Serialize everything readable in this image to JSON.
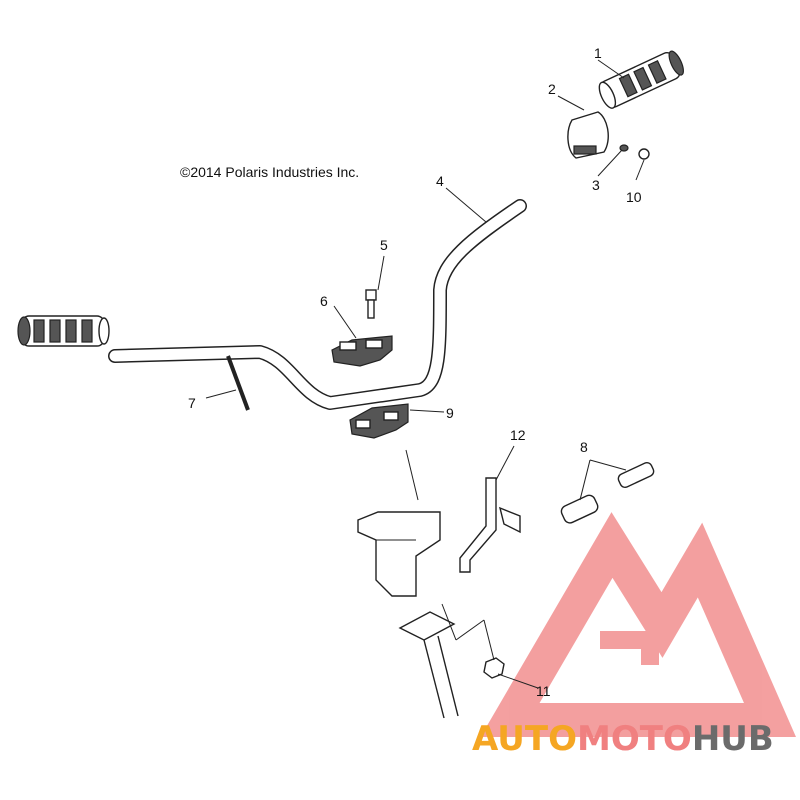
{
  "copyright": "©2014 Polaris Industries Inc.",
  "callouts": [
    "1",
    "2",
    "3",
    "4",
    "5",
    "6",
    "7",
    "8",
    "9",
    "10",
    "11",
    "12"
  ],
  "watermark": {
    "part1": "AUTO",
    "part2": "MOTO",
    "part3": "HUB",
    "color_orange": "#f5a623",
    "color_red": "#f08080",
    "color_gray": "#6b6b6b"
  }
}
